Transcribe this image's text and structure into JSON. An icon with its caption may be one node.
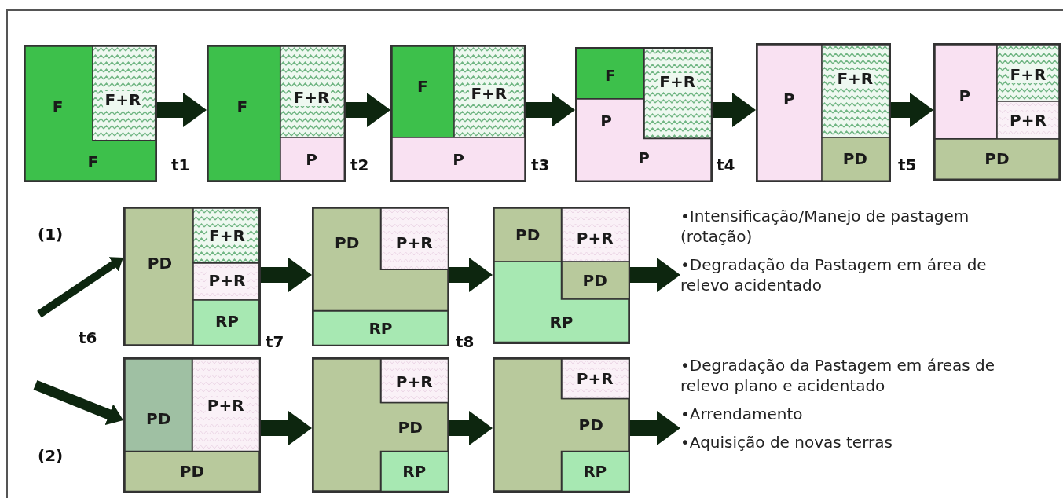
{
  "diagram": {
    "nodes": [
      {
        "text": [],
        "shape": "box"
      },
      {
        "text": [
          "F",
          "F"
        ],
        "in": 0
      },
      {
        "text": [
          "F+R"
        ],
        "in": 0
      },
      {
        "text": [],
        "shape": "box"
      },
      {
        "text": [
          "F"
        ],
        "in": 3
      },
      {
        "text": [
          "F+R"
        ],
        "in": 3
      },
      {
        "text": [
          "P"
        ],
        "in": 3
      },
      {
        "text": [],
        "shape": "box"
      },
      {
        "text": [
          "F"
        ],
        "in": 7
      },
      {
        "text": [
          "F+R"
        ],
        "in": 7
      },
      {
        "text": [
          "P"
        ],
        "in": 7
      },
      {
        "text": [],
        "shape": "box"
      },
      {
        "text": [
          "F"
        ],
        "in": 11
      },
      {
        "text": [
          "F+R"
        ],
        "in": 11
      },
      {
        "text": [
          "P",
          "P"
        ],
        "in": 11
      },
      {
        "text": [],
        "shape": "box"
      },
      {
        "text": [
          "P"
        ],
        "in": 15
      },
      {
        "text": [
          "F+R"
        ],
        "in": 15
      },
      {
        "text": [
          "PD"
        ],
        "in": 15
      },
      {
        "text": [],
        "shape": "box"
      },
      {
        "text": [
          "P"
        ],
        "in": 19
      },
      {
        "text": [
          "F+R"
        ],
        "in": 19
      },
      {
        "text": [
          "P+R"
        ],
        "in": 19
      },
      {
        "text": [
          "PD"
        ],
        "in": 19
      },
      {
        "text": [],
        "shape": "box"
      },
      {
        "text": [
          "PD"
        ],
        "in": 24
      },
      {
        "text": [
          "F+R"
        ],
        "in": 24
      },
      {
        "text": [
          "P+R"
        ],
        "in": 24
      },
      {
        "text": [
          "RP"
        ],
        "in": 24
      },
      {
        "text": [],
        "shape": "box"
      },
      {
        "text": [
          "PD"
        ],
        "in": 29
      },
      {
        "text": [
          "P+R"
        ],
        "in": 29
      },
      {
        "text": [
          "RP"
        ],
        "in": 29
      },
      {
        "text": [],
        "shape": "box"
      },
      {
        "text": [
          "PD"
        ],
        "in": 33
      },
      {
        "text": [
          "P+R"
        ],
        "in": 33
      },
      {
        "text": [
          "PD"
        ],
        "in": 33
      },
      {
        "text": [
          "RP"
        ],
        "in": 33
      },
      {
        "text": [
          "•Intensificação/Manejo de pastagem (rotação)",
          "•Degradação da Pastagem em área de relevo acidentado"
        ]
      },
      {
        "text": [],
        "shape": "box"
      },
      {
        "text": [
          "PD"
        ],
        "in": 39
      },
      {
        "text": [
          "P+R"
        ],
        "in": 39
      },
      {
        "text": [
          "PD"
        ],
        "in": 39
      },
      {
        "text": [],
        "shape": "box"
      },
      {
        "text": [
          "PD"
        ],
        "in": 43
      },
      {
        "text": [
          "P+R"
        ],
        "in": 43
      },
      {
        "text": [
          "RP"
        ],
        "in": 43
      },
      {
        "text": [],
        "shape": "box"
      },
      {
        "text": [
          "PD"
        ],
        "in": 47
      },
      {
        "text": [
          "P+R"
        ],
        "in": 47
      },
      {
        "text": [
          "RP"
        ],
        "in": 47
      },
      {
        "text": [
          "•Degradação da Pastagem  em áreas de relevo plano e acidentado",
          "•Arrendamento",
          "•Aquisição de novas terras"
        ]
      }
    ],
    "edges": [
      {
        "from": 0,
        "to": 3,
        "arrow": "to"
      },
      {
        "from": 3,
        "to": 7,
        "arrow": "to"
      },
      {
        "from": 7,
        "to": 11,
        "arrow": "to"
      },
      {
        "from": 11,
        "to": 15,
        "arrow": "to"
      },
      {
        "from": 15,
        "to": 19,
        "arrow": "to"
      },
      {
        "from": null,
        "to": 24,
        "arrow": "to"
      },
      {
        "from": 24,
        "to": 29,
        "arrow": "to"
      },
      {
        "from": 29,
        "to": 33,
        "arrow": "to"
      },
      {
        "from": 33,
        "to": 38,
        "arrow": "to"
      },
      {
        "from": null,
        "to": 39,
        "arrow": "to"
      },
      {
        "from": 39,
        "to": 43,
        "arrow": "to"
      },
      {
        "from": 43,
        "to": 47,
        "arrow": "to"
      },
      {
        "from": 47,
        "to": 51,
        "arrow": "to"
      }
    ],
    "labels": [
      "t1",
      "t2",
      "t3",
      "t4",
      "t5",
      "(1)",
      "t6",
      "t7",
      "t8",
      "(2)"
    ]
  }
}
